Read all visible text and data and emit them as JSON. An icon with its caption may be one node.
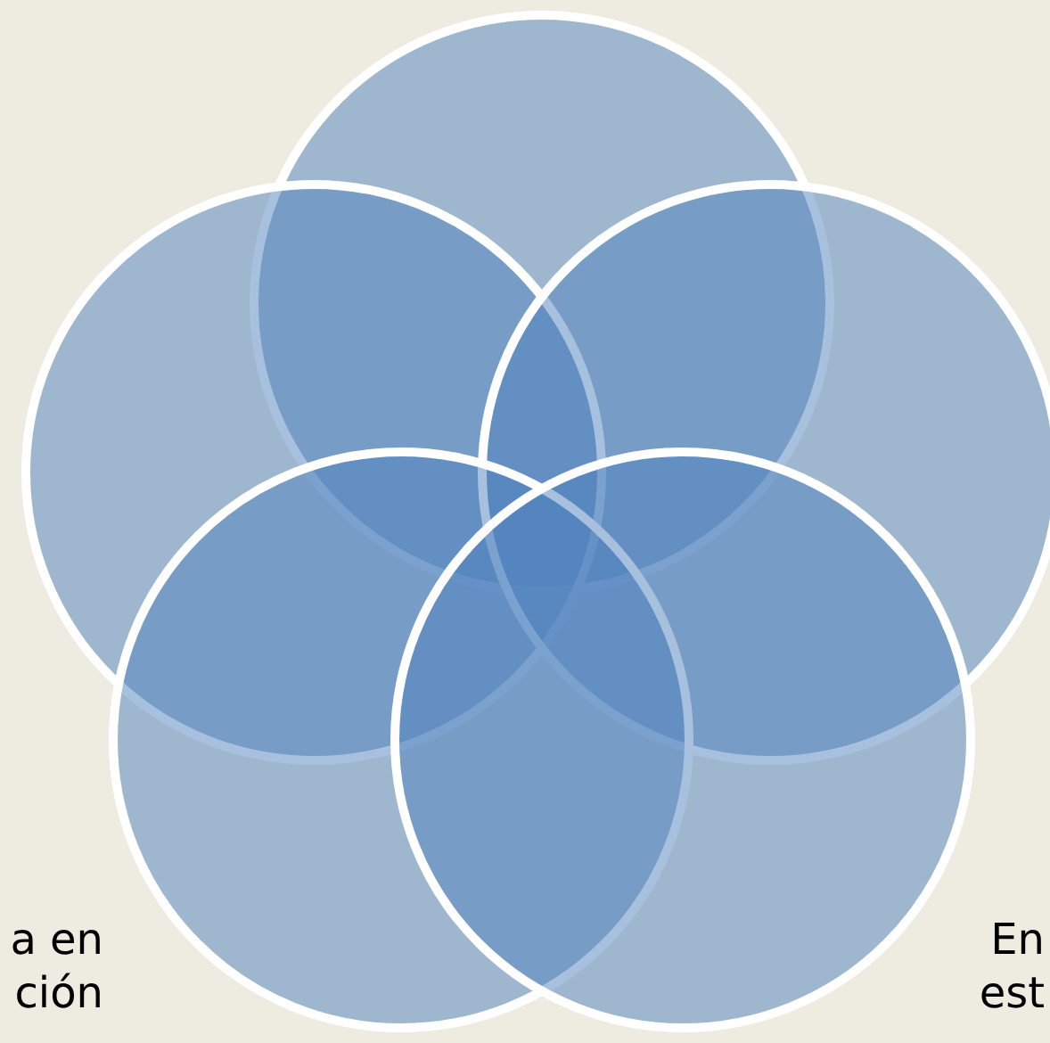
{
  "diagram": {
    "nodes": [
      {
        "text": [],
        "shape": "circle"
      },
      {
        "text": [],
        "shape": "circle"
      },
      {
        "text": [],
        "shape": "circle"
      },
      {
        "text": [],
        "shape": "circle"
      },
      {
        "text": [],
        "shape": "circle"
      }
    ],
    "labels": [
      "a en ción",
      "En est"
    ]
  }
}
